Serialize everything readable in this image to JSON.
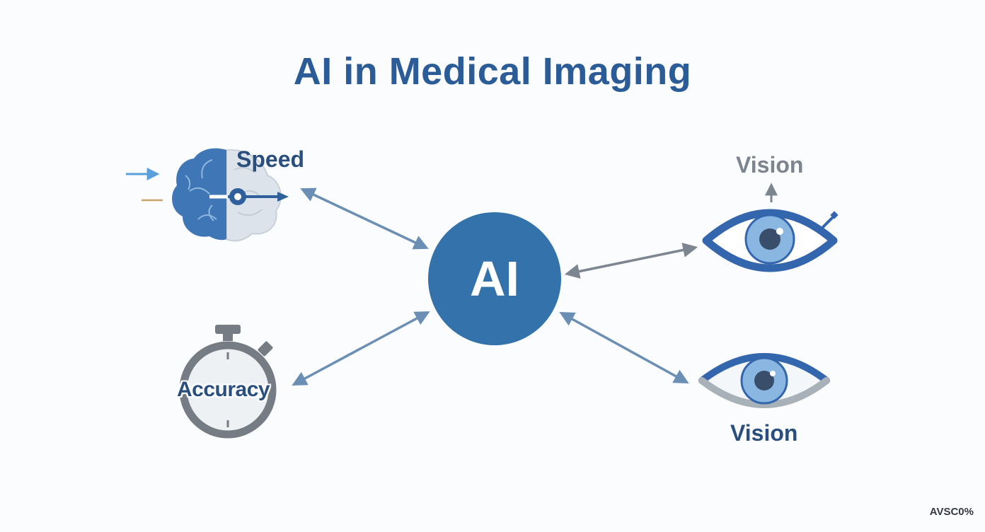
{
  "title": "AI in Medical Imaging",
  "center": {
    "label": "AI"
  },
  "nodes": {
    "speed": {
      "label": "Speed",
      "icon": "brain-icon"
    },
    "accuracy": {
      "label": "Accuracy",
      "icon": "stopwatch-icon"
    },
    "vision_top": {
      "label": "Vision",
      "icon": "eye-icon"
    },
    "vision_bottom": {
      "label": "Vision",
      "icon": "eye-icon"
    }
  },
  "watermark": "AVSC0%",
  "colors": {
    "title": "#2b5c97",
    "center_fill": "#3372aa",
    "connector_blue": "#6b8fb4",
    "connector_gray": "#7d8590",
    "brain_blue": "#3f77b6",
    "brain_gray": "#dde3ea",
    "stopwatch_gray": "#767c84",
    "eye_blue": "#3466ad",
    "iris_blue": "#8ab6e2",
    "pupil": "#394e6b"
  }
}
